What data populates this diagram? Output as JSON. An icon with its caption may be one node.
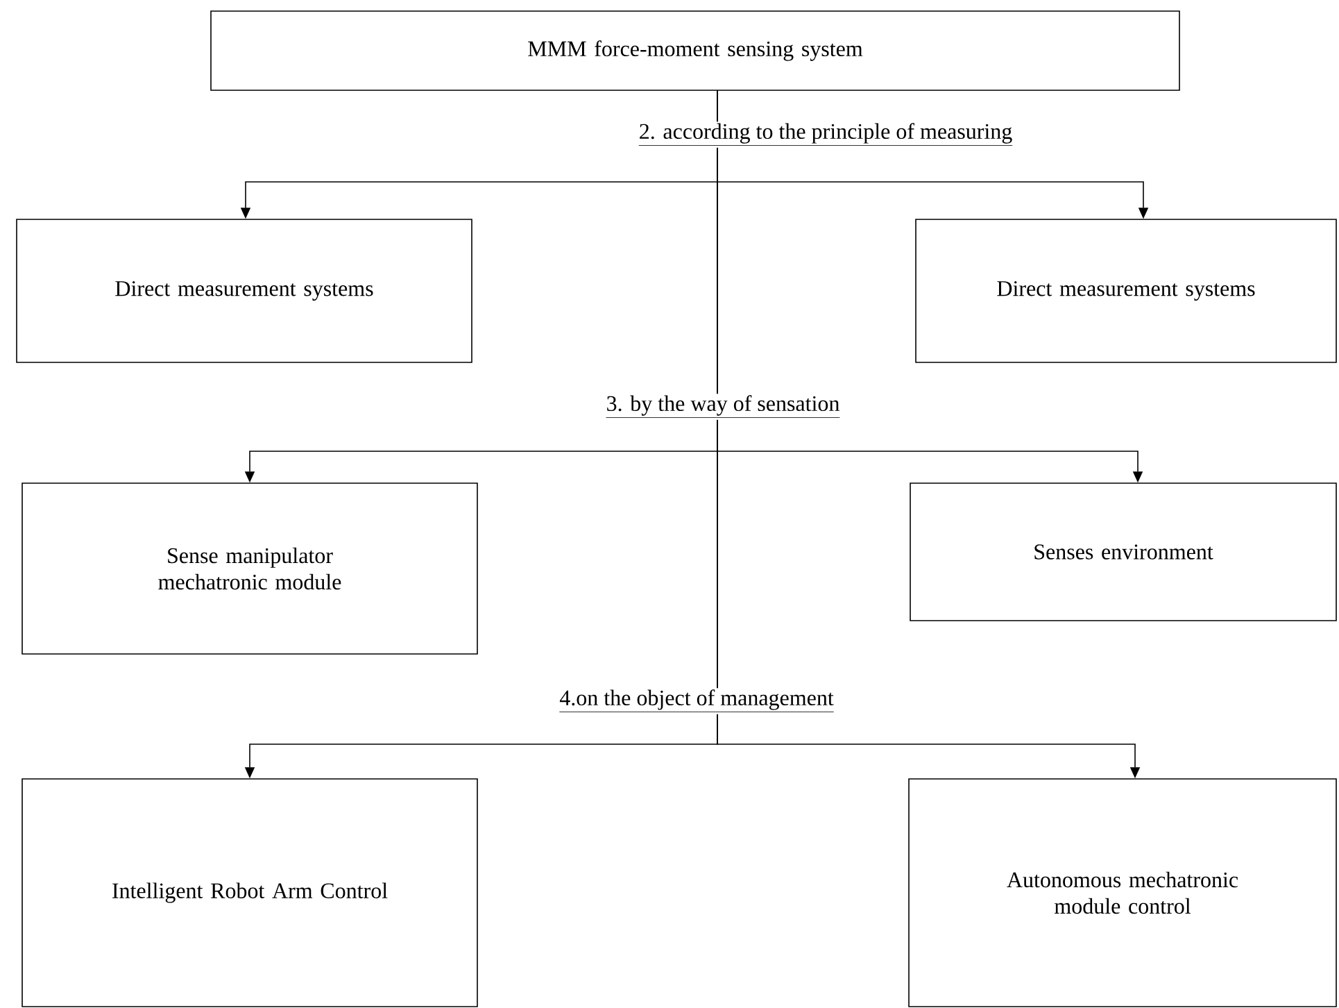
{
  "diagram": {
    "nodes": [
      {
        "text": [
          "MMM force-moment sensing system"
        ]
      },
      {
        "text": [
          "Direct measurement systems"
        ]
      },
      {
        "text": [
          "Direct measurement systems"
        ]
      },
      {
        "text": [
          "Sense manipulator mechatronic module"
        ]
      },
      {
        "text": [
          "Senses environment"
        ]
      },
      {
        "text": [
          "Intelligent Robot Arm Control"
        ]
      },
      {
        "text": [
          "Autonomous mechatronic module control"
        ]
      }
    ],
    "edges": [
      {
        "from": 0,
        "to": 1,
        "arrow": "to"
      },
      {
        "from": 0,
        "to": 2,
        "arrow": "to"
      },
      {
        "from": 0,
        "to": 3,
        "arrow": "to"
      },
      {
        "from": 0,
        "to": 4,
        "arrow": "to"
      },
      {
        "from": 0,
        "to": 5,
        "arrow": "to"
      },
      {
        "from": 0,
        "to": 6,
        "arrow": "to"
      }
    ],
    "labels": [
      "2. according to the principle of measuring",
      "3. by the way of sensation",
      "4.on the object of management"
    ]
  }
}
